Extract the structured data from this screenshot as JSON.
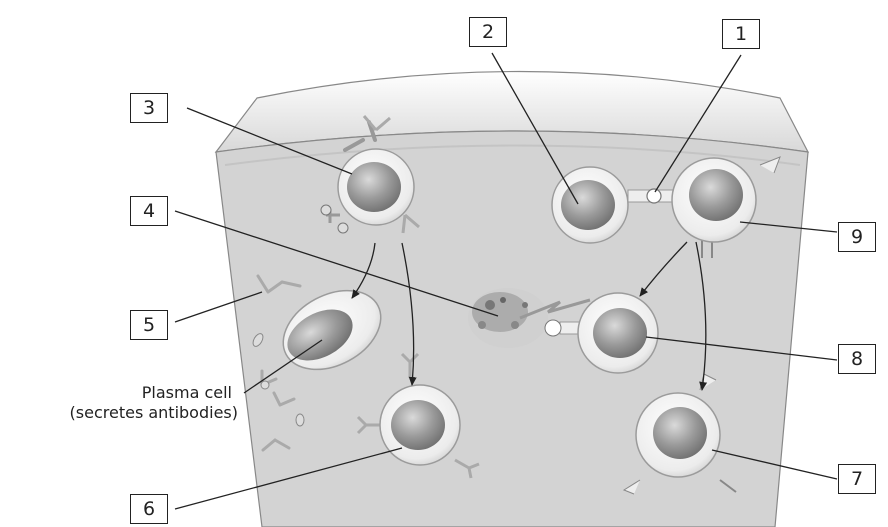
{
  "labels": {
    "n1": "1",
    "n2": "2",
    "n3": "3",
    "n4": "4",
    "n5": "5",
    "n6": "6",
    "n7": "7",
    "n8": "8",
    "n9": "9"
  },
  "plasma_cell_caption": {
    "line1": "Plasma cell",
    "line2": "(secretes antibodies)"
  }
}
